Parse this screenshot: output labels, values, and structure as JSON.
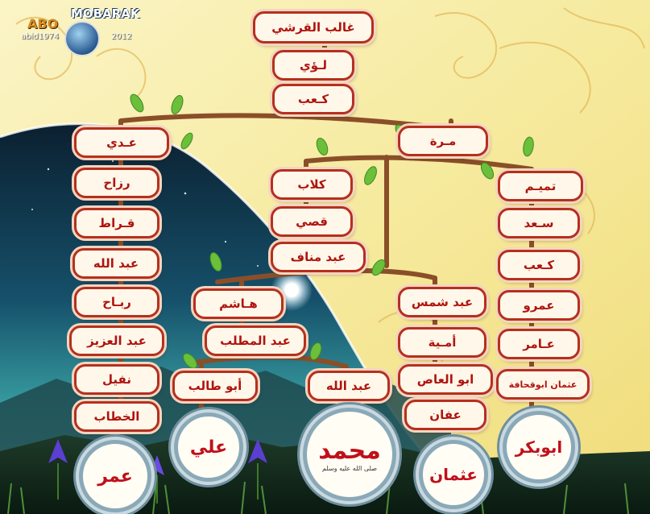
{
  "logo": {
    "word1": "ABO",
    "word2": "MOBARAK",
    "sub_left": "abid1974",
    "sub_right": "2012"
  },
  "nodes": {
    "ghalib": "غالب القرشي",
    "luay": "لـؤي",
    "kaab": "كـعب",
    "murra": "مـرة",
    "adi": "عـدي",
    "rezah": "رزاح",
    "qurt": "قـراط",
    "abdullah_a": "عبد الله",
    "rabah": "ربـاح",
    "abdulaziz": "عبد العزيز",
    "nufail": "نفيل",
    "khattab": "الخطاب",
    "kilab": "كلاب",
    "qusay": "قصي",
    "abdmanaf": "عبد مناف",
    "hashim": "هـاشم",
    "abdulmuttalib": "عبد المطلب",
    "abutalib": "أبو طالب",
    "abdullah_b": "عبد الله",
    "abdshams": "عبد شمس",
    "umayya": "أمـية",
    "abulas": "ابو العاص",
    "affan": "عفان",
    "taym": "تميـم",
    "saad": "سـعد",
    "kaab2": "كـعب",
    "amr": "عمرو",
    "amir": "عـامر",
    "uthman_abuquhafa": "عثمان ابوقحافة"
  },
  "medals": {
    "umar": "عمر",
    "ali": "علي",
    "muhammad": "محمد",
    "muhammad_sub": "صلى الله عليه وسلم",
    "uthman": "عثمان",
    "abubakr": "ابوبكر"
  },
  "colors": {
    "label_red": "#b01410",
    "node_border": "#b5301e",
    "branch_brown": "#8a4f28",
    "leaf_green": "#6bbf3a",
    "sky_dark": "#0e3550",
    "sky_teal": "#3fa7a8",
    "cream": "#f7efb0"
  }
}
